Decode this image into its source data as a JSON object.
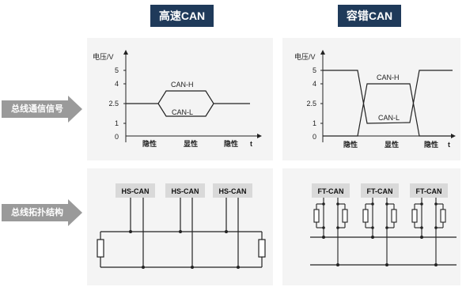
{
  "headers": {
    "high_speed": "高速CAN",
    "fault_tolerant": "容错CAN"
  },
  "row_labels": {
    "signal": "总线通信信号",
    "topology": "总线拓扑结构"
  },
  "hs_signal": {
    "y_axis_label": "电压/V",
    "y_ticks": [
      "5",
      "4",
      "2.5",
      "1",
      "0"
    ],
    "x_labels": [
      "隐性",
      "显性",
      "隐性"
    ],
    "t_label": "t",
    "can_h": "CAN-H",
    "can_l": "CAN-L"
  },
  "ft_signal": {
    "y_axis_label": "电压/V",
    "y_ticks": [
      "5",
      "4",
      "2.5",
      "1",
      "0"
    ],
    "x_labels": [
      "隐性",
      "显性",
      "隐性"
    ],
    "t_label": "t",
    "can_h": "CAN-H",
    "can_l": "CAN-L"
  },
  "hs_nodes": [
    "HS-CAN",
    "HS-CAN",
    "HS-CAN"
  ],
  "ft_nodes": [
    "FT-CAN",
    "FT-CAN",
    "FT-CAN"
  ],
  "colors": {
    "header": "#1f3a5a",
    "arrow": "#9a9a9a",
    "panel": "#f4f4f4",
    "node": "#d9d9d9",
    "line": "#222222"
  }
}
